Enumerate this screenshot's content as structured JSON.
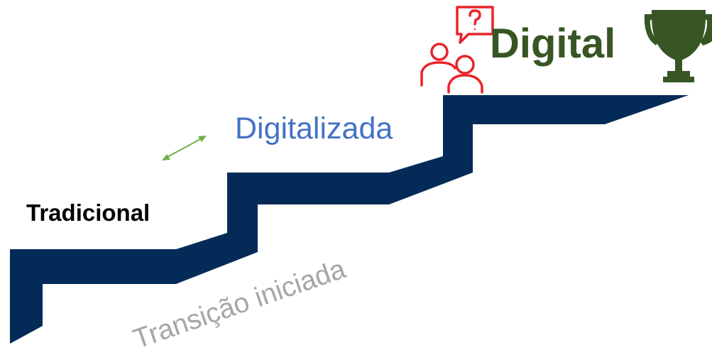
{
  "stages": {
    "tradicional": "Tradicional",
    "digitalizada": "Digitalizada",
    "transicao": "Transição iniciada",
    "digital": "Digital"
  },
  "colors": {
    "stairs": "#042b57",
    "tradicional": "#000000",
    "digitalizada": "#4472c4",
    "transicao": "#a6a6a6",
    "digital": "#375623",
    "trophy": "#375623",
    "people_icon": "#e8252a",
    "arrow": "#70ad47"
  },
  "icons": {
    "people": "people-question-icon",
    "trophy": "trophy-icon",
    "arrow": "double-arrow-icon"
  }
}
